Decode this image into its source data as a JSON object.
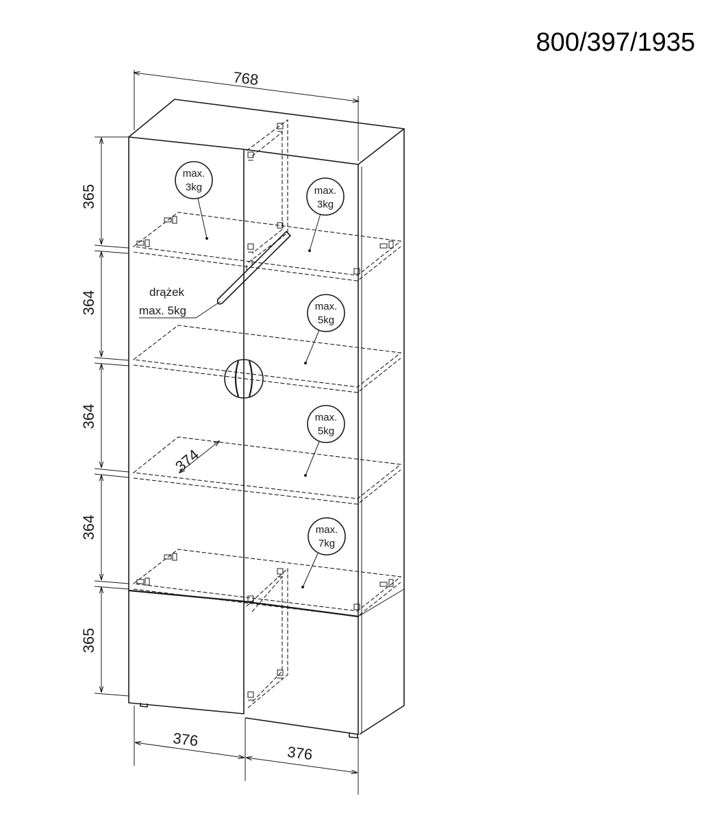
{
  "product_dims": "800/397/1935",
  "dimensions": {
    "top_width": "768",
    "heights": [
      "365",
      "364",
      "364",
      "364",
      "365"
    ],
    "bottom_left": "376",
    "bottom_right": "376",
    "shelf_depth": "374"
  },
  "rail_label": {
    "line1": "drążek",
    "line2": "max. 5kg"
  },
  "load_badges": [
    {
      "line1": "max.",
      "line2": "3kg"
    },
    {
      "line1": "max.",
      "line2": "3kg"
    },
    {
      "line1": "max.",
      "line2": "5kg"
    },
    {
      "line1": "max.",
      "line2": "5kg"
    },
    {
      "line1": "max.",
      "line2": "7kg"
    }
  ]
}
